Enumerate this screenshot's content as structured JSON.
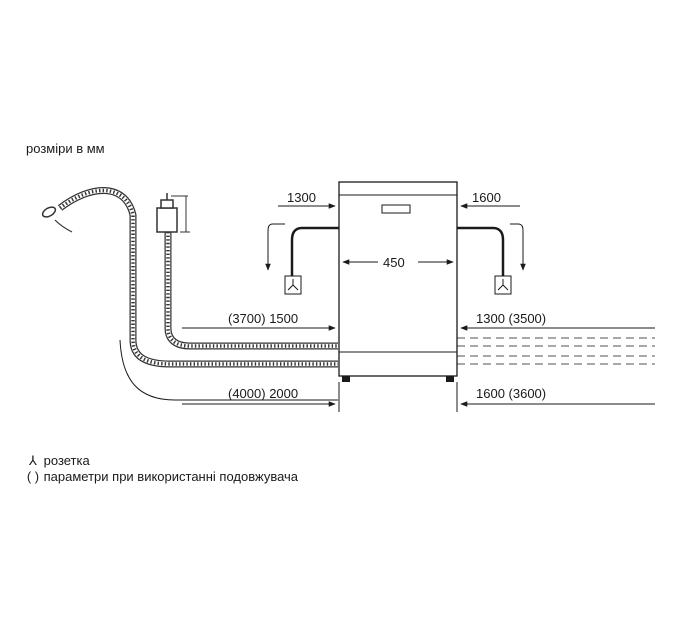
{
  "unit_note": "розміри в мм",
  "width_label": "450",
  "top_left_label": "1300",
  "top_right_label": "1600",
  "mid_left_label": "(3700) 1500",
  "mid_right_label": "1300 (3500)",
  "bottom_left_label": "(4000) 2000",
  "bottom_right_label": "1600 (3600)",
  "legend": {
    "socket_symbol": "⅄",
    "socket_label": "розетка",
    "paren_symbol": "( )",
    "paren_label": "параметри при використанні подовжувача"
  },
  "colors": {
    "line": "#1a1a1a",
    "hose": "#333333",
    "background": "#ffffff"
  }
}
